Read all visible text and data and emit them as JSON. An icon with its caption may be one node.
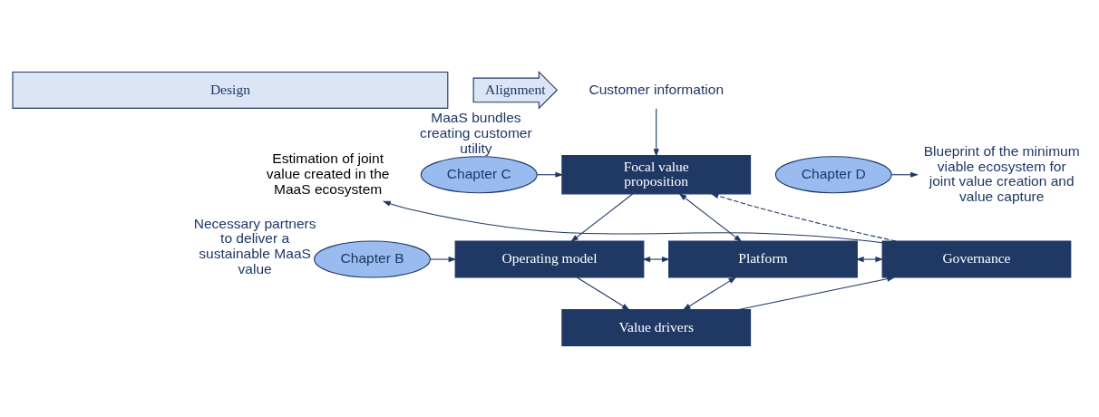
{
  "diagram": {
    "nodes": [
      {
        "text": [
          "Design"
        ]
      },
      {
        "text": [
          "Alignment"
        ]
      },
      {
        "text": [
          "Customer information"
        ]
      },
      {
        "text": [
          "Focal value proposition"
        ]
      },
      {
        "text": [
          "Blueprint of the minimum viable ecosystem for joint value creation and value capture"
        ]
      },
      {
        "text": [
          "Chapter D"
        ]
      },
      {
        "text": [
          "Estimation of joint value created in the MaaS ecosystem"
        ]
      },
      {
        "text": [
          "Chapter C"
        ],
        "beside": [
          "MaaS bundles creating customer utility"
        ]
      },
      {
        "text": [
          "Chapter B"
        ],
        "beside": [
          "Necessary partners to deliver a sustainable MaaS value"
        ]
      },
      {
        "text": [
          "Operating model"
        ]
      },
      {
        "text": [
          "Platform"
        ]
      },
      {
        "text": [
          "Governance"
        ]
      },
      {
        "text": [
          "Value drivers"
        ]
      }
    ],
    "edges": [
      {
        "from": 2,
        "to": 3,
        "arrow": "to"
      },
      {
        "from": 7,
        "to": 3,
        "arrow": "to"
      },
      {
        "from": 5,
        "to": 4,
        "arrow": "to"
      },
      {
        "from": 3,
        "to": 9,
        "arrow": "to"
      },
      {
        "from": 3,
        "to": 10,
        "arrow": "both"
      },
      {
        "from": 8,
        "to": 9,
        "arrow": "to"
      },
      {
        "from": 9,
        "to": 10,
        "arrow": "both"
      },
      {
        "from": 10,
        "to": 11,
        "arrow": "both"
      },
      {
        "from": 10,
        "to": 12,
        "arrow": "both"
      },
      {
        "from": 9,
        "to": 12,
        "arrow": "to"
      },
      {
        "from": 12,
        "to": 11,
        "arrow": "to"
      },
      {
        "from": 11,
        "to": 3,
        "arrow": "to",
        "style": "dashed"
      },
      {
        "from": 11,
        "to": 6,
        "arrow": "to"
      }
    ]
  }
}
